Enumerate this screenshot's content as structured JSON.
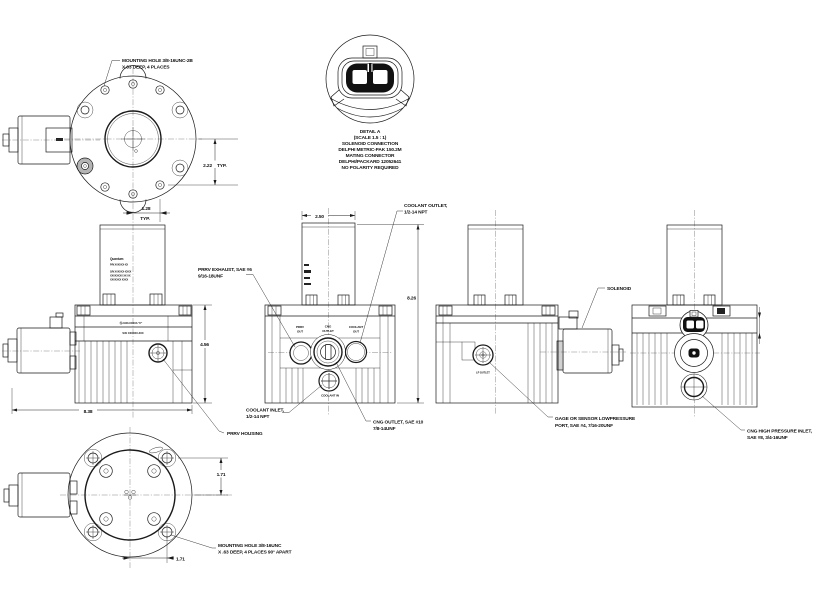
{
  "colors": {
    "paper": "#ffffff",
    "ink": "#1a1a1a"
  },
  "detail_a": {
    "lines": [
      "DETAIL A",
      "(SCALE 1.5 : 1)",
      "SOLENOID CONNECTION",
      "DELPHI METRIC-PAK 150.2M",
      "MATING CONNECTOR",
      "DELPHI/PACKARD 12052641",
      "NO POLARITY REQUIRED"
    ]
  },
  "callouts": {
    "mounting_hole_top_1": "MOUNTING HOLE 3/8-16UNC-2B",
    "mounting_hole_top_2": "X.63 DEEP, 4 PLACES",
    "prrv_exhaust_1": "PRRV EXHAUST, SAE #6",
    "prrv_exhaust_2": "9/16-18UNF",
    "coolant_outlet_1": "COOLANT OUTLET,",
    "coolant_outlet_2": "1/2-14 NPT",
    "coolant_inlet_1": "COOLANT INLET,",
    "coolant_inlet_2": "1/2-14 NPT",
    "cng_outlet_1": "CNG OUTLET, SAE #10",
    "cng_outlet_2": "7/8-14UNF",
    "prrv_housing": "PRRV HOUSING",
    "solenoid": "SOLENOID",
    "gage_port_1": "GAGE OR SENSOR LOWPRESSURE",
    "gage_port_2": "PORT, SAE #4, 7/16-20UNF",
    "cng_hp_inlet_1": "CNG HIGH PRESSURE INLET,",
    "cng_hp_inlet_2": "SAE #8, 3/4-16UNF",
    "mounting_hole_bottom_1": "MOUNTING HOLE 3/8-16UNC",
    "mounting_hole_bottom_2": "X .63 DEEP, 4 PLACES 90°  APART"
  },
  "port_labels": {
    "prrv_1": "PRRV",
    "prrv_2": "OUT",
    "cng_1": "CNG",
    "cng_2": "OUTLET",
    "coolant_1": "COOLANT",
    "coolant_2": "OUT",
    "coolant_in": "COOLANT IN",
    "lp_outlet": "LP OUTLET"
  },
  "dims": {
    "d222": "2.22",
    "d222_typ": "TYP.",
    "d128": "1.28",
    "d128_typ": "TYP.",
    "d250": "2.50",
    "d826": "8.26",
    "d456": "4.56",
    "d838": "8.38",
    "d171_v": "1.71",
    "d171_h": "1.71"
  },
  "body_marks": {
    "mark1": "Ⓝ-1100-XXXXA \"C\"",
    "mark2": "S/N: XXXXXX-XXX"
  },
  "nameplate": {
    "line1": "Quantum",
    "line2": "P/N XXXXXX-XX",
    "line3": "S/N  XXXXXX-XXXX",
    "line4": "XXXXXXXX XX-XX",
    "line5": "XXXXXXX XXXX"
  }
}
